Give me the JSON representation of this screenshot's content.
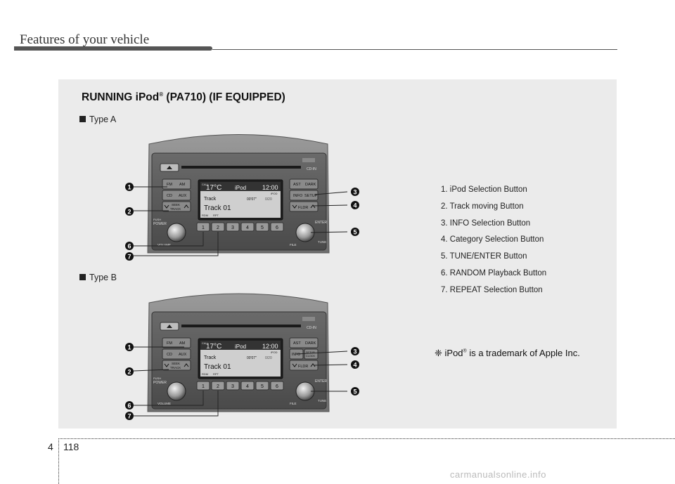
{
  "header": {
    "title": "Features of your vehicle"
  },
  "section": {
    "title_main": "RUNNING iPod",
    "title_reg": "®",
    "title_rest": " (PA710) (IF EQUIPPED)"
  },
  "type_a": "Type A",
  "type_b": "Type B",
  "items": [
    "1. iPod Selection Button",
    "2. Track moving Button",
    "3. INFO Selection Button",
    "4. Category Selection Button",
    "5. TUNE/ENTER Button",
    "6. RANDOM Playback Button",
    "7. REPEAT Selection Button"
  ],
  "trademark": {
    "symbol": "❈",
    "brand": " iPod",
    "reg": "®",
    "text": " is a trademark of Apple Inc."
  },
  "radio": {
    "cd_in": "CD-IN",
    "fm": "FM",
    "am": "AM",
    "cd": "CD",
    "aux": "AUX",
    "seek_top": "SEEK",
    "seek_bottom": "TRACK",
    "ast": "AST",
    "dark": "DARK",
    "info": "INFO",
    "setup": "SETUP",
    "setup_b": "SETUP",
    "clock_b": "CLOCK",
    "fldr": "FLDR",
    "push": "PUSH",
    "power": "POWER",
    "volume": "VOLUME",
    "enter": "ENTER",
    "file": "FILE",
    "tune": "TUNE",
    "presets": [
      "1",
      "2",
      "3",
      "4",
      "5",
      "6"
    ],
    "display": {
      "temp": "17°C",
      "source": "iPod",
      "clock": "12:00",
      "badge": "iPOD",
      "track_label": "Track",
      "time": "00'07\"",
      "count": "0/20",
      "track_name": "Track 01",
      "rdm": "RDM",
      "rpt": "RPT",
      "call": "CALL"
    }
  },
  "callouts": [
    "1",
    "2",
    "3",
    "4",
    "5",
    "6",
    "7"
  ],
  "page": {
    "chapter": "4",
    "number": "118"
  },
  "watermark": "carmanualsonline.info"
}
